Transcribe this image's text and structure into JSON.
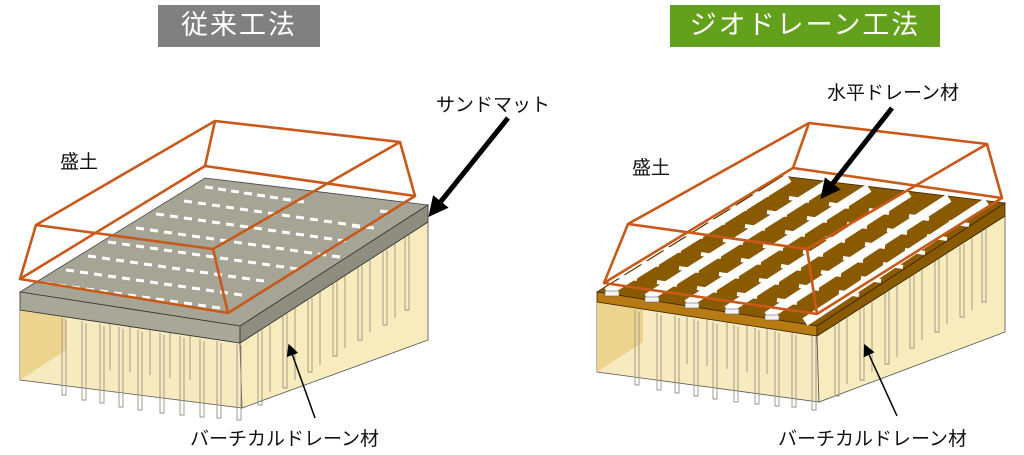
{
  "colors": {
    "conventional_title_bg": "#808080",
    "geodrain_title_bg": "#63a01c",
    "embankment_outline": "#c8591a",
    "sand_mat": "#a4a393",
    "sand_mat_side": "#8f8e80",
    "drain_layer": "#8a5a00",
    "ground": "#f6e8b8",
    "ground_dark": "#e9d189"
  },
  "left_panel": {
    "title": "従来工法",
    "labels": {
      "embankment": "盛土",
      "sand_mat": "サンドマット",
      "vertical_drain": "バーチカルドレーン材"
    }
  },
  "right_panel": {
    "title": "ジオドレーン工法",
    "labels": {
      "embankment": "盛土",
      "horizontal_drain": "水平ドレーン材",
      "vertical_drain": "バーチカルドレーン材"
    }
  }
}
